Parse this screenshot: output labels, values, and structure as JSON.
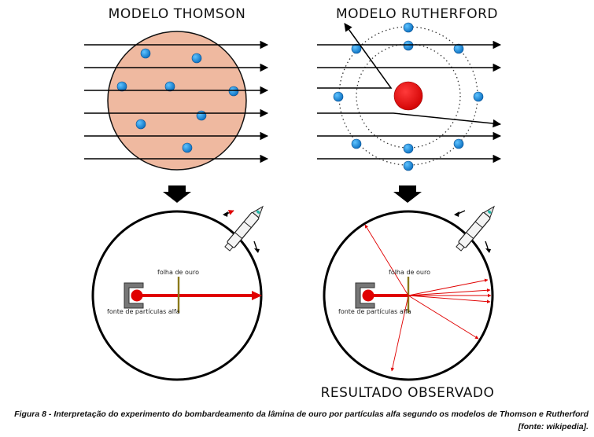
{
  "diagram": {
    "thomson_title": "MODELO THOMSON",
    "rutherford_title": "MODELO RUTHERFORD",
    "observed_title": "RESULTADO OBSERVADO",
    "left_apparatus": {
      "foil_label": "folha de ouro",
      "source_label": "fonte de partículas alfa"
    },
    "right_apparatus": {
      "foil_label": "folha de ouro",
      "source_label": "fonte de partículas alfa"
    },
    "colors": {
      "thomson_sphere": "#efb9a0",
      "electron": "#1a8fe0",
      "nucleus": "#e8000b",
      "alpha_beam": "#e00000",
      "foil": "#8b7a1a"
    }
  },
  "caption": {
    "line1": "Figura 8 - Interpretação do experimento do bombardeamento da lâmina de ouro por partículas alfa segundo os modelos de Thomson e Rutherford",
    "line2": "[fonte: wikipedia]."
  }
}
